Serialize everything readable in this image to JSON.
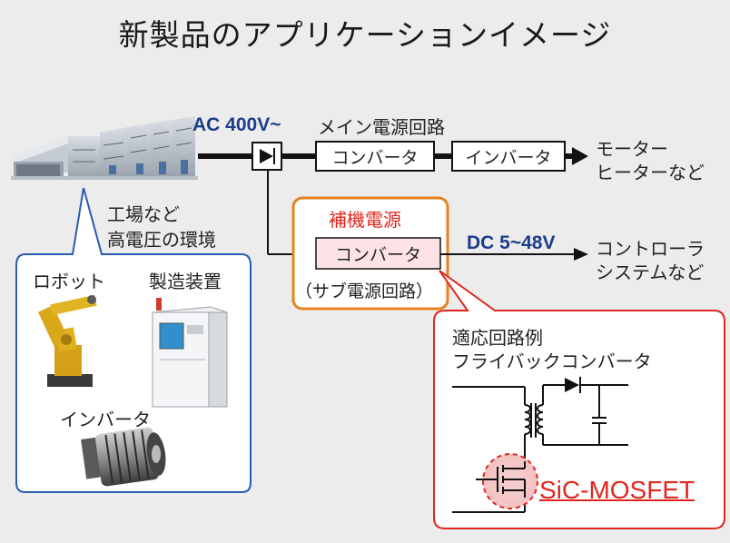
{
  "title": "新製品のアプリケーションイメージ",
  "main_power": {
    "voltage": "AC 400V~",
    "caption": "メイン電源回路",
    "converter": "コンバータ",
    "inverter": "インバータ",
    "output_line1": "モーター",
    "output_line2": "ヒーターなど"
  },
  "aux_power": {
    "title": "補機電源",
    "converter": "コンバータ",
    "subtitle": "（サブ電源回路）",
    "voltage": "DC 5~48V",
    "output_line1": "コントローラ",
    "output_line2": "システムなど"
  },
  "factory": {
    "line1": "工場など",
    "line2": "高電圧の環境",
    "robot": "ロボット",
    "equipment": "製造装置",
    "inverter": "インバータ"
  },
  "circuit": {
    "line1": "適応回路例",
    "line2": "フライバックコンバータ",
    "device": "SiC-MOSFET"
  },
  "colors": {
    "blue": "#1e3c8c",
    "orange": "#e8821e",
    "red": "#e0261e",
    "callout_blue": "#2a5ab4"
  }
}
